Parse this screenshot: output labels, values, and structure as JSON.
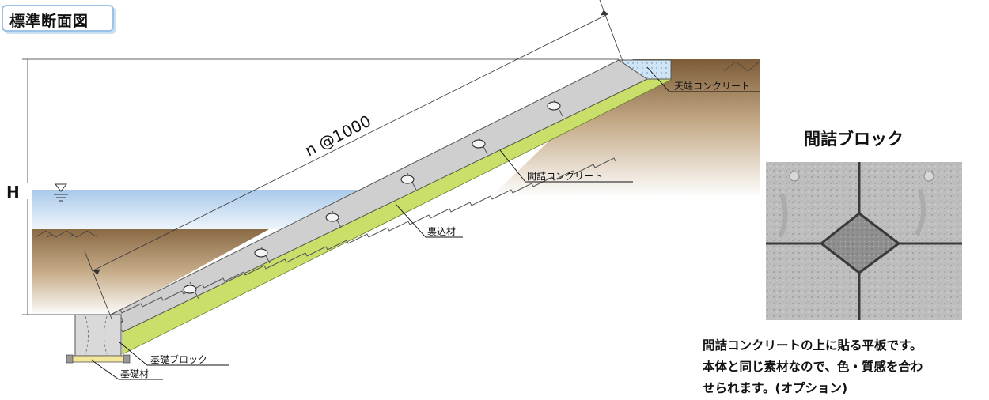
{
  "title": "標準断面図",
  "dimension": {
    "span_label": "n @1000",
    "height_label": "H"
  },
  "labels": {
    "crown_concrete": "天端コンクリート",
    "filler_concrete": "間詰コンクリート",
    "backfill": "裏込材",
    "foundation_block": "基礎ブロック",
    "foundation_material": "基礎材"
  },
  "filler_block": {
    "title": "間詰ブロック",
    "caption": [
      "間詰コンクリートの上に貼る平板です。",
      "本体と同じ素材なので、色・質感を合わ",
      "せられます。(オプション)"
    ]
  },
  "colors": {
    "title_border": "#9cc3e6",
    "water": "#cfe2f3",
    "soil": "#b89a74",
    "backfill": "#c8e06a",
    "block": "#cfcfcf",
    "crown_concrete": "#cfe4f5",
    "foundation_material": "#f3e89a"
  }
}
